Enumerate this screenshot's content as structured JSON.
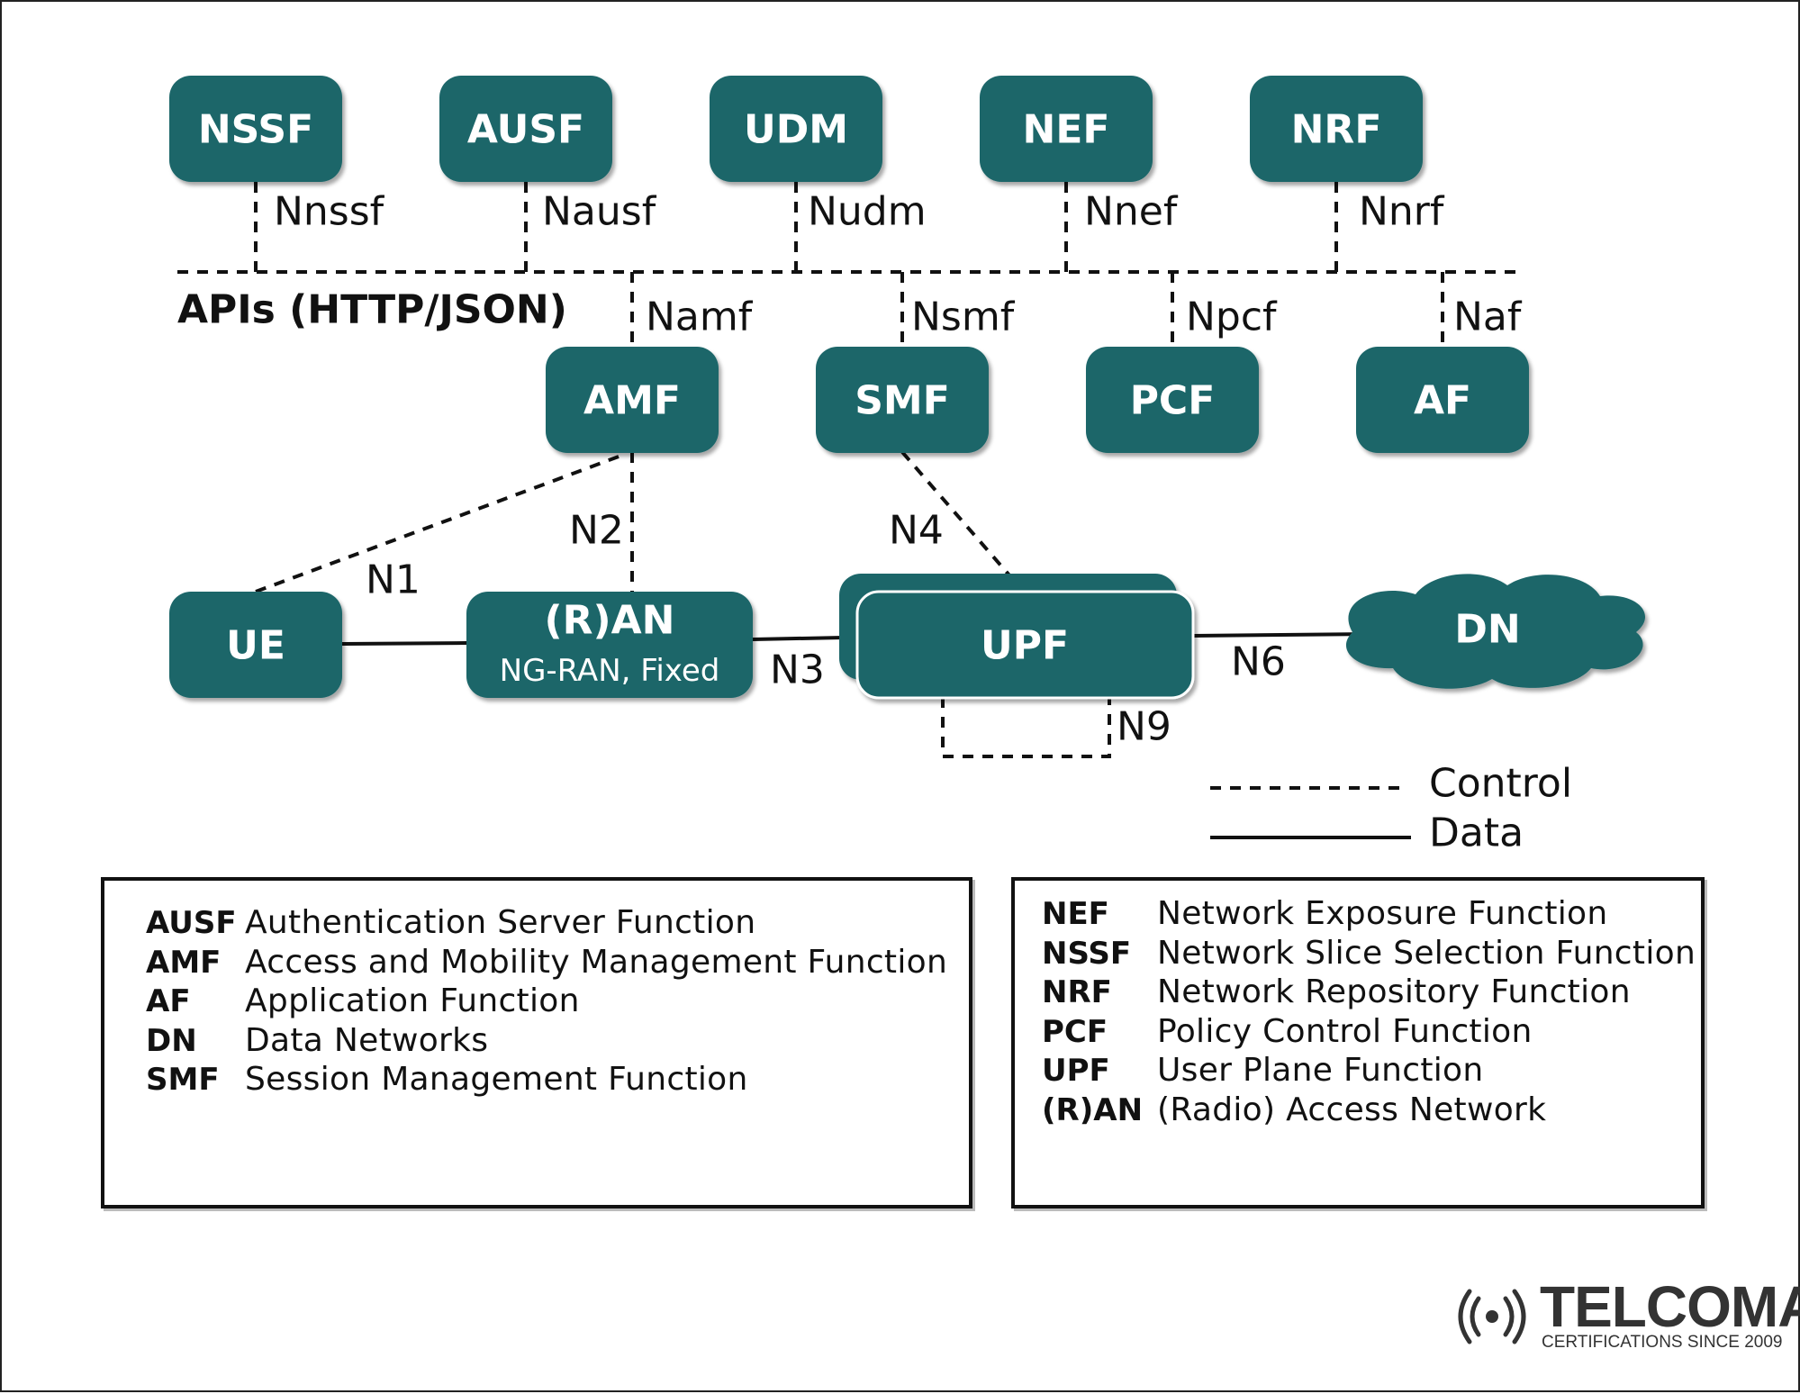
{
  "nodes": {
    "nssf": "NSSF",
    "ausf": "AUSF",
    "udm": "UDM",
    "nef": "NEF",
    "nrf": "NRF",
    "amf": "AMF",
    "smf": "SMF",
    "pcf": "PCF",
    "af": "AF",
    "ue": "UE",
    "ran": "(R)AN",
    "ran_sub": "NG-RAN, Fixed",
    "upf": "UPF",
    "dn": "DN"
  },
  "interfaces": {
    "nnssf": "Nnssf",
    "nausf": "Nausf",
    "nudm": "Nudm",
    "nnef": "Nnef",
    "nnrf": "Nnrf",
    "namf": "Namf",
    "nsmf": "Nsmf",
    "npcf": "Npcf",
    "naf": "Naf",
    "n1": "N1",
    "n2": "N2",
    "n3": "N3",
    "n4": "N4",
    "n6": "N6",
    "n9": "N9"
  },
  "bus_label": "APIs (HTTP/JSON)",
  "legend": {
    "control": "Control",
    "data": "Data"
  },
  "glossary_left": [
    {
      "abbr": "AUSF",
      "full": "Authentication Server Function"
    },
    {
      "abbr": "AMF",
      "full": "Access and Mobility Management Function"
    },
    {
      "abbr": "AF",
      "full": "Application Function"
    },
    {
      "abbr": "DN",
      "full": "Data Networks"
    },
    {
      "abbr": "SMF",
      "full": "Session Management Function"
    }
  ],
  "glossary_right": [
    {
      "abbr": "NEF",
      "full": "Network Exposure Function"
    },
    {
      "abbr": "NSSF",
      "full": "Network Slice Selection Function"
    },
    {
      "abbr": "NRF",
      "full": "Network Repository Function"
    },
    {
      "abbr": "PCF",
      "full": "Policy Control Function"
    },
    {
      "abbr": "UPF",
      "full": "User Plane Function"
    },
    {
      "abbr": "(R)AN",
      "full": "(Radio) Access Network"
    }
  ],
  "logo": {
    "wordmark": "TELCOMA",
    "tagline": "CERTIFICATIONS SINCE 2009"
  },
  "colors": {
    "node_fill": "#1c6669",
    "node_text": "#ffffff",
    "line": "#111111"
  }
}
